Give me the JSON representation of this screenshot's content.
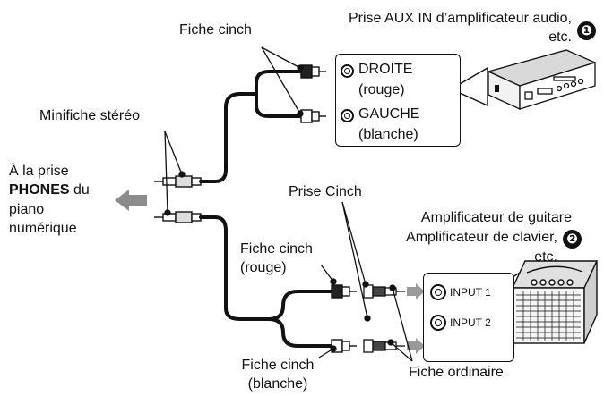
{
  "labels": {
    "aux_in_line1": "Prise AUX IN d’amplificateur audio,",
    "aux_in_line2": "etc.",
    "badge_1": "❶",
    "badge_2": "❷",
    "fiche_cinch_top": "Fiche cinch",
    "minifiche": "Minifiche stéréo",
    "droite": "DROITE",
    "rouge_top": "(rouge)",
    "gauche": "GAUCHE",
    "blanche_top": "(blanche)",
    "phones_line1": "À la prise",
    "phones_bold": "PHONES",
    "phones_du": " du",
    "phones_line3": "piano",
    "phones_line4": "numérique",
    "prise_cinch": "Prise Cinch",
    "ampli_guitare": "Amplificateur de guitare",
    "ampli_clavier": "Amplificateur de clavier,",
    "etc2": "etc.",
    "fiche_cinch_rouge_1": "Fiche cinch",
    "fiche_cinch_rouge_2": "(rouge)",
    "input1": "INPUT 1",
    "input2": "INPUT 2",
    "fiche_cinch_blanche_1": "Fiche cinch",
    "fiche_cinch_blanche_2": "(blanche)",
    "fiche_ordinaire": "Fiche ordinaire"
  }
}
